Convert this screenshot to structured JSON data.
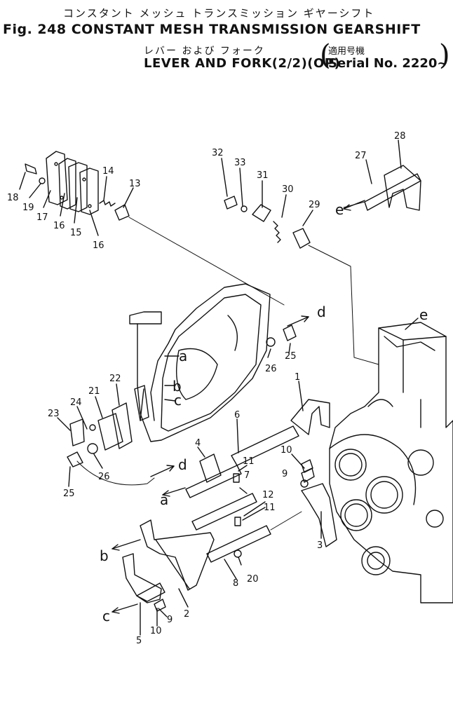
{
  "header": {
    "jp_title_line1": "コンスタント メッシュ トランスミッション ギヤーシフト",
    "fig_title": "Fig. 248 CONSTANT MESH TRANSMISSION GEARSHIFT",
    "jp_title_line2": "レバー および フォーク",
    "title_line2": "LEVER AND FORK(2/2)(OP)",
    "serial_jp": "適用号機",
    "serial": "Serial No. 2220~"
  },
  "callouts": {
    "n1": "1",
    "n2": "2",
    "n3": "3",
    "n4": "4",
    "n5": "5",
    "n6": "6",
    "n7": "7",
    "n8": "8",
    "n9a": "9",
    "n9b": "9",
    "n10a": "10",
    "n10b": "10",
    "n11a": "11",
    "n11b": "11",
    "n12": "12",
    "n13": "13",
    "n14": "14",
    "n15": "15",
    "n16a": "16",
    "n16b": "16",
    "n17": "17",
    "n18": "18",
    "n19": "19",
    "n20": "20",
    "n21": "21",
    "n22": "22",
    "n23": "23",
    "n24": "24",
    "n25a": "25",
    "n25b": "25",
    "n26a": "26",
    "n26b": "26",
    "n27": "27",
    "n28": "28",
    "n29": "29",
    "n30": "30",
    "n31": "31",
    "n32": "32",
    "n33": "33"
  },
  "refs": {
    "a1": "a",
    "a2": "a",
    "b1": "b",
    "b2": "b",
    "c1": "c",
    "c2": "c",
    "d1": "d",
    "d2": "d",
    "e1": "e",
    "e2": "e"
  }
}
